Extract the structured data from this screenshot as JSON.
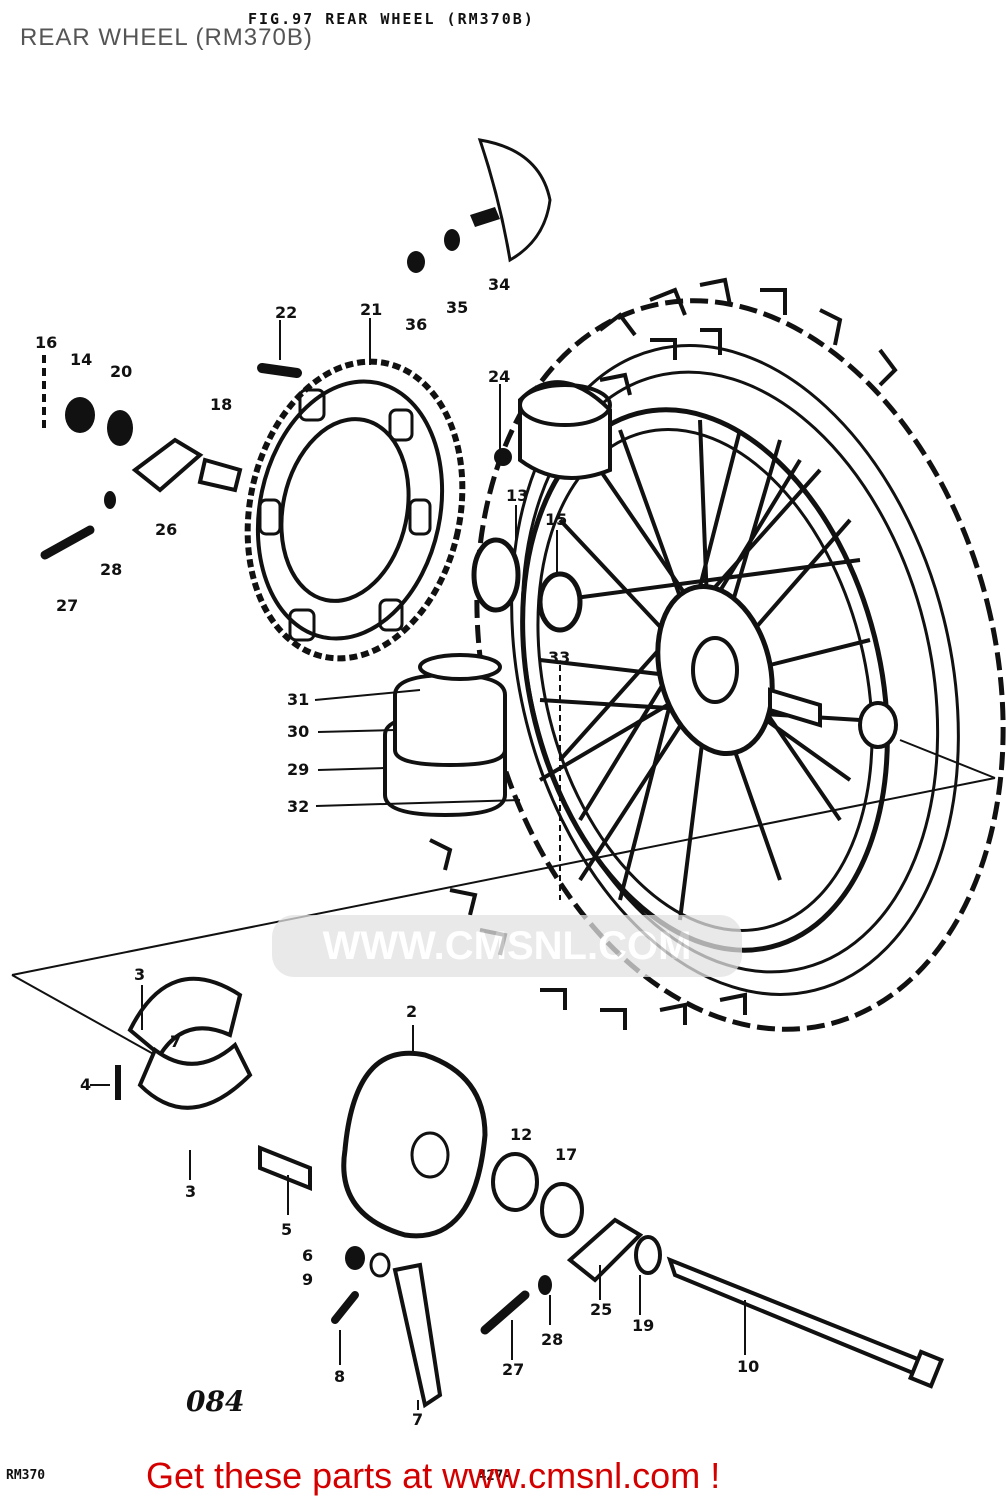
{
  "header": {
    "page_title": "REAR WHEEL (RM370B)",
    "figure_title": "FIG.97 REAR WHEEL (RM370B)"
  },
  "watermark": "WWW.CMSNL.COM",
  "diagram": {
    "callouts": [
      "2",
      "3",
      "3",
      "4",
      "5",
      "6",
      "7",
      "7",
      "8",
      "9",
      "10",
      "12",
      "13",
      "14",
      "15",
      "16",
      "17",
      "18",
      "19",
      "20",
      "21",
      "22",
      "24",
      "25",
      "26",
      "27",
      "27",
      "28",
      "28",
      "29",
      "30",
      "31",
      "32",
      "33",
      "34",
      "35",
      "36"
    ],
    "drawing_code": "084",
    "model_code": "RM370",
    "page_code": "427-"
  },
  "footer": {
    "prefix": "Get these parts at ",
    "link": "www.cmsnl.com",
    "suffix": " !"
  }
}
